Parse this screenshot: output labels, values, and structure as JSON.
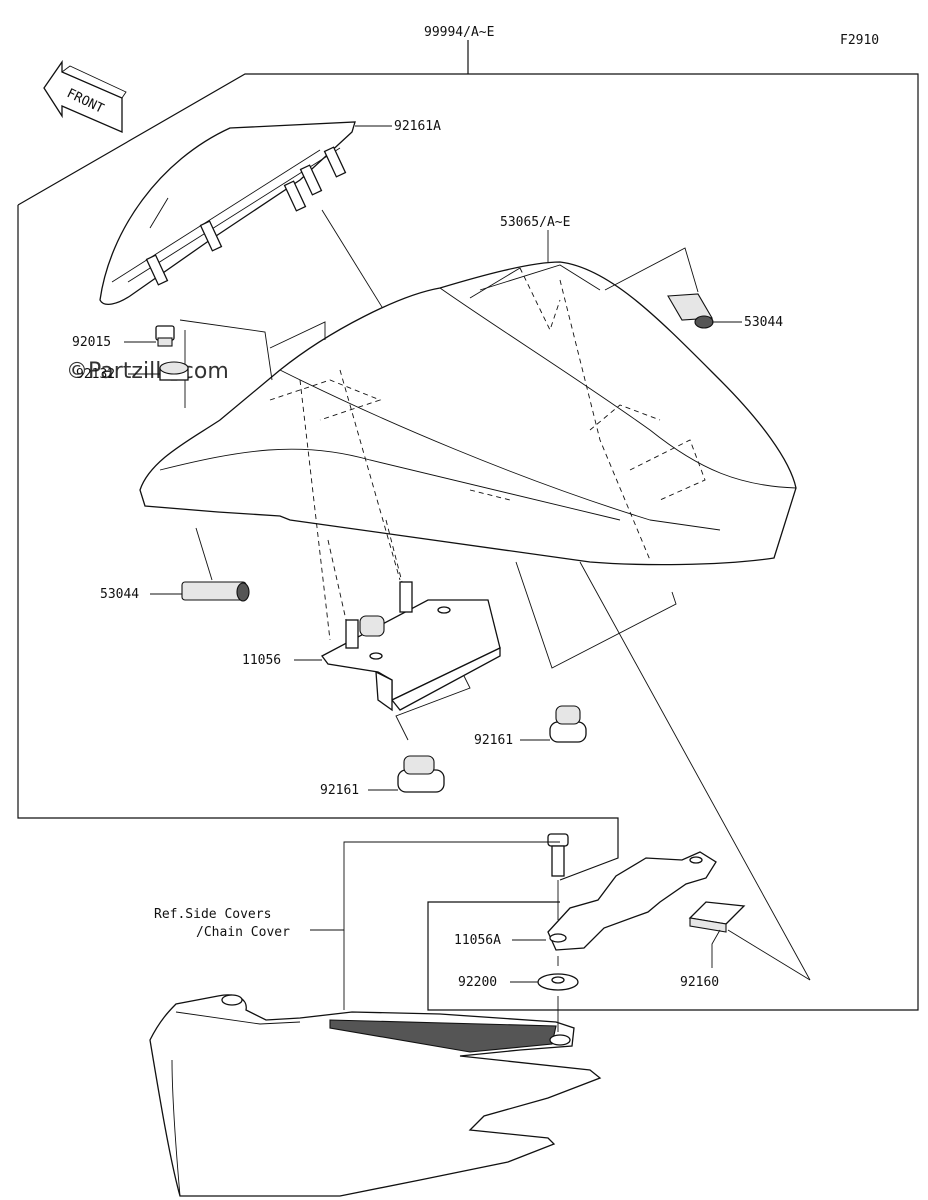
{
  "figure_code": "F2910",
  "watermark": "©Partzilla.com",
  "front_label": "FRONT",
  "callouts": {
    "kit": "99994/A~E",
    "seat_cover": "53065/A~E",
    "rubber_top": "92161A",
    "bolt": "92015",
    "collar": "92132",
    "clip_right": "53044",
    "clip_left": "53044",
    "bracket": "11056",
    "rubber_mid": "92161",
    "rubber_low": "92161",
    "bracket_lower": "11056A",
    "washer": "92200",
    "pad": "92160"
  },
  "reference": {
    "line1": "Ref.Side Covers",
    "line2": "/Chain Cover"
  }
}
